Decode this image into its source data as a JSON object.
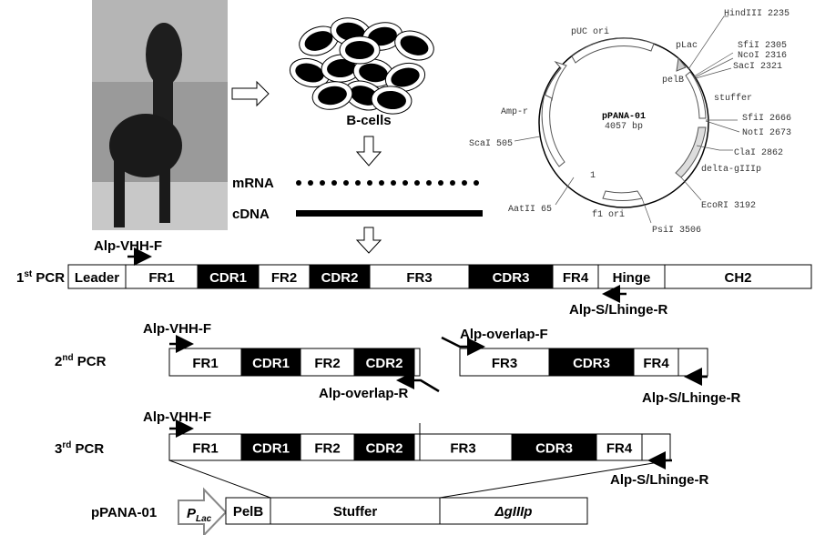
{
  "top": {
    "bcells_label": "B-cells",
    "mrna_label": "mRNA",
    "cdna_label": "cDNA"
  },
  "plasmid": {
    "name": "pPANA-01",
    "size": "4057 bp",
    "labels": {
      "puc": "pUC ori",
      "plac": "pLac",
      "pelb": "pelB",
      "stuffer": "stuffer",
      "ampr": "Amp-r",
      "dgiii": "delta-gIIIp",
      "f1": "f1 ori",
      "one": "1",
      "hind": "HindIII 2235",
      "sfi1": "SfiI 2305",
      "nco": "NcoI 2316",
      "sac": "SacI 2321",
      "sfi2": "SfiI 2666",
      "not": "NotI 2673",
      "cla": "ClaI 2862",
      "eco": "EcoRI 3192",
      "psi": "PsiI 3506",
      "aat": "AatII 65",
      "sca": "ScaI 505"
    }
  },
  "pcr1": {
    "label": "1",
    "sup": "st",
    "suffix": " PCR",
    "segments": [
      "Leader",
      "FR1",
      "CDR1",
      "FR2",
      "CDR2",
      "FR3",
      "CDR3",
      "FR4",
      "Hinge",
      "CH2"
    ]
  },
  "pcr2": {
    "label": "2",
    "sup": "nd",
    "suffix": " PCR",
    "left": [
      "FR1",
      "CDR1",
      "FR2",
      "CDR2",
      ""
    ],
    "right": [
      "FR3",
      "CDR3",
      "FR4",
      ""
    ]
  },
  "pcr3": {
    "label": "3",
    "sup": "rd",
    "suffix": " PCR",
    "segments": [
      "FR1",
      "CDR1",
      "FR2",
      "CDR2",
      "FR3",
      "CDR3",
      "FR4",
      ""
    ]
  },
  "primers": {
    "vhh_f": "Alp-VHH-F",
    "hinge_r": "Alp-S/Lhinge-R",
    "overlap_f": "Alp-overlap-F",
    "overlap_r": "Alp-overlap-R"
  },
  "vector": {
    "label": "pPANA-01",
    "plac_p": "P",
    "plac_sub": "Lac",
    "pelb": "PelB",
    "stuffer": "Stuffer",
    "giii": "ΔgIIIp"
  }
}
